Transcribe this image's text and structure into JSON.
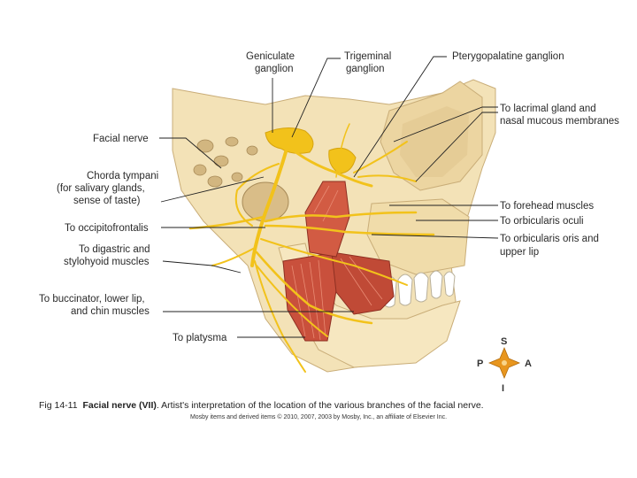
{
  "labels": {
    "geniculate": [
      "Geniculate",
      "ganglion"
    ],
    "trigeminal": [
      "Trigeminal",
      "ganglion"
    ],
    "pterygopalatine": "Pterygopalatine ganglion",
    "facial_nerve": "Facial nerve",
    "chorda_tympani": [
      "Chorda tympani",
      "(for salivary glands,",
      "sense of taste)"
    ],
    "occipitofrontalis": "To occipitofrontalis",
    "digastric": [
      "To digastric and",
      "stylohyoid muscles"
    ],
    "buccinator": [
      "To buccinator, lower lip,",
      "and chin muscles"
    ],
    "platysma": "To platysma",
    "lacrimal": [
      "To lacrimal gland and",
      "nasal mucous membranes"
    ],
    "forehead": "To forehead muscles",
    "orbicularis_oculi": "To orbicularis oculi",
    "orbicularis_oris": [
      "To orbicularis oris and",
      "upper lip"
    ]
  },
  "compass": {
    "superior": "S",
    "inferior": "I",
    "posterior": "P",
    "anterior": "A"
  },
  "caption": {
    "fig_number": "Fig 14-11",
    "bold_title": "Facial nerve (VII)",
    "text": ". Artist's interpretation of the location of the various branches of the facial nerve."
  },
  "credit": "Mosby items and derived items © 2010, 2007, 2003 by Mosby, Inc., an affiliate of Elsevier Inc.",
  "colors": {
    "bone": "#f3e2b7",
    "bone_shadow": "#dcc392",
    "nerve": "#f2c21b",
    "muscle": "#c9503c",
    "teeth": "#ffffff",
    "compass": "#e8961e"
  }
}
